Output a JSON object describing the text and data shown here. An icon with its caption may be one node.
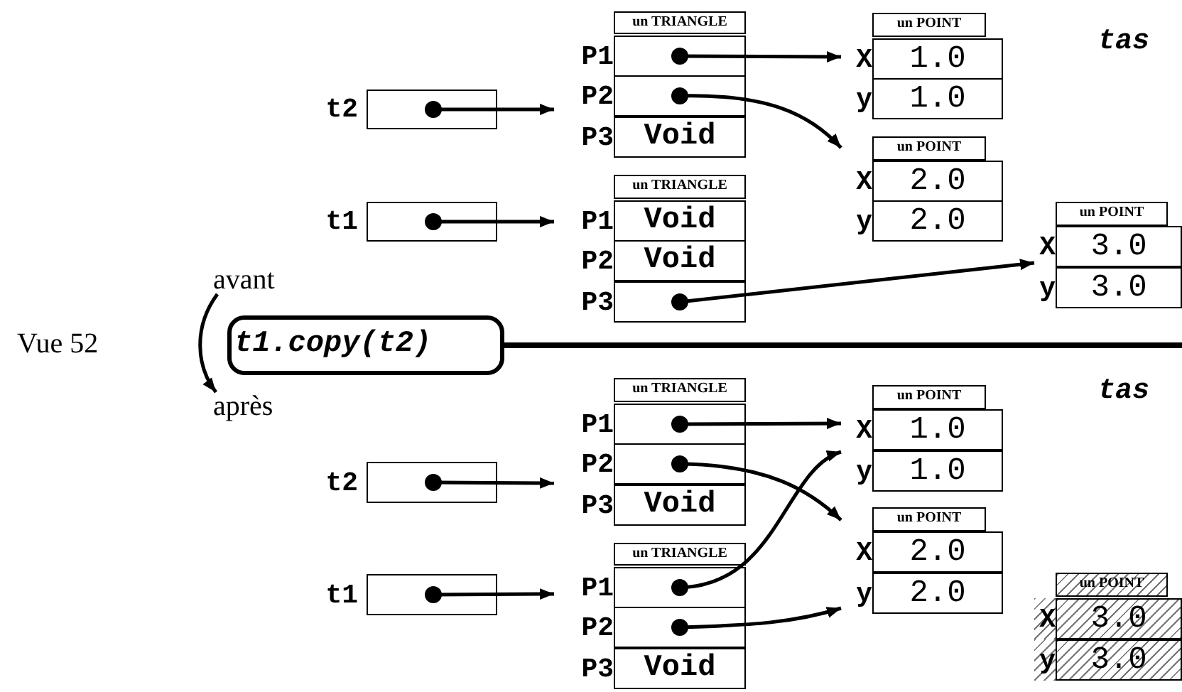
{
  "diagram": {
    "nodes": [
      {
        "text": [
          "un TRIANGLE"
        ]
      },
      {
        "text": [
          "P1"
        ],
        "in": 0
      },
      {
        "text": [
          "P2"
        ],
        "in": 0
      },
      {
        "text": [
          "P3",
          "Void"
        ],
        "in": 0
      },
      {
        "text": [
          "un POINT"
        ]
      },
      {
        "text": [
          "X",
          "1.0"
        ],
        "in": 4
      },
      {
        "text": [
          "y",
          "1.0"
        ],
        "in": 4
      },
      {
        "text": [
          "t2"
        ]
      },
      {
        "text": [
          "un POINT"
        ]
      },
      {
        "text": [
          "X",
          "2.0"
        ],
        "in": 8
      },
      {
        "text": [
          "y",
          "2.0"
        ],
        "in": 8
      },
      {
        "text": [
          "un TRIANGLE"
        ]
      },
      {
        "text": [
          "P1",
          "Void"
        ],
        "in": 11
      },
      {
        "text": [
          "P2",
          "Void"
        ],
        "in": 11
      },
      {
        "text": [
          "P3"
        ],
        "in": 11
      },
      {
        "text": [
          "t1"
        ]
      },
      {
        "text": [
          "un POINT"
        ]
      },
      {
        "text": [
          "X",
          "3.0"
        ],
        "in": 16
      },
      {
        "text": [
          "y",
          "3.0"
        ],
        "in": 16
      },
      {
        "text": [
          "avant"
        ]
      },
      {
        "text": [
          "t1.copy(t2)"
        ]
      },
      {
        "text": [
          "après"
        ]
      },
      {
        "text": [
          "un TRIANGLE"
        ]
      },
      {
        "text": [
          "P1"
        ],
        "in": 22
      },
      {
        "text": [
          "P2"
        ],
        "in": 22
      },
      {
        "text": [
          "P3",
          "Void"
        ],
        "in": 22
      },
      {
        "text": [
          "un POINT"
        ]
      },
      {
        "text": [
          "X",
          "1.0"
        ],
        "in": 26
      },
      {
        "text": [
          "y",
          "1.0"
        ],
        "in": 26
      },
      {
        "text": [
          "t2"
        ]
      },
      {
        "text": [
          "un POINT"
        ]
      },
      {
        "text": [
          "X",
          "2.0"
        ],
        "in": 30
      },
      {
        "text": [
          "y",
          "2.0"
        ],
        "in": 30
      },
      {
        "text": [
          "un TRIANGLE"
        ]
      },
      {
        "text": [
          "P1"
        ],
        "in": 33
      },
      {
        "text": [
          "P2"
        ],
        "in": 33
      },
      {
        "text": [
          "P3",
          "Void"
        ],
        "in": 33
      },
      {
        "text": [
          "t1"
        ]
      },
      {
        "text": [
          "un POINT"
        ]
      },
      {
        "text": [
          "X",
          "3.0"
        ],
        "in": 38
      },
      {
        "text": [
          "y",
          "3.0"
        ],
        "in": 38
      }
    ],
    "edges": [
      {
        "from": 7,
        "to": 0,
        "arrow": "to"
      },
      {
        "from": 15,
        "to": 11,
        "arrow": "to"
      },
      {
        "from": 1,
        "to": 4,
        "arrow": "to"
      },
      {
        "from": 2,
        "to": 8,
        "arrow": "to"
      },
      {
        "from": 14,
        "to": 16,
        "arrow": "to"
      },
      {
        "from": 19,
        "to": 21,
        "arrow": "to"
      },
      {
        "from": 29,
        "to": 22,
        "arrow": "to"
      },
      {
        "from": 37,
        "to": 33,
        "arrow": "to"
      },
      {
        "from": 23,
        "to": 26,
        "arrow": "to"
      },
      {
        "from": 24,
        "to": 30,
        "arrow": "to"
      },
      {
        "from": 34,
        "to": 26,
        "arrow": "to"
      },
      {
        "from": 35,
        "to": 30,
        "arrow": "to"
      }
    ],
    "labels": [
      "tas",
      "Vue 52",
      "tas"
    ]
  }
}
